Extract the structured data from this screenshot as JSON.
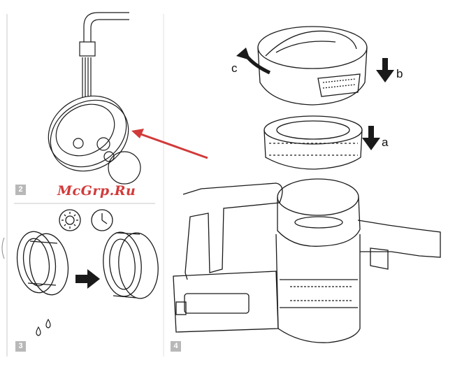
{
  "watermark": "McGrp.Ru",
  "steps": {
    "two": "2",
    "three": "3",
    "four": "4"
  },
  "callouts": {
    "a": "a",
    "b": "b",
    "c": "c"
  },
  "colors": {
    "annotation_arrow": "#d23a3a",
    "badge": "#b8b8b8",
    "line_art": "#1a1a1a"
  },
  "icons": [
    "tap-water-icon",
    "sun-drying-icon",
    "clock-icon",
    "water-drops-icon",
    "right-arrow-icon",
    "down-arrow-icon",
    "rotate-arrow-icon"
  ]
}
